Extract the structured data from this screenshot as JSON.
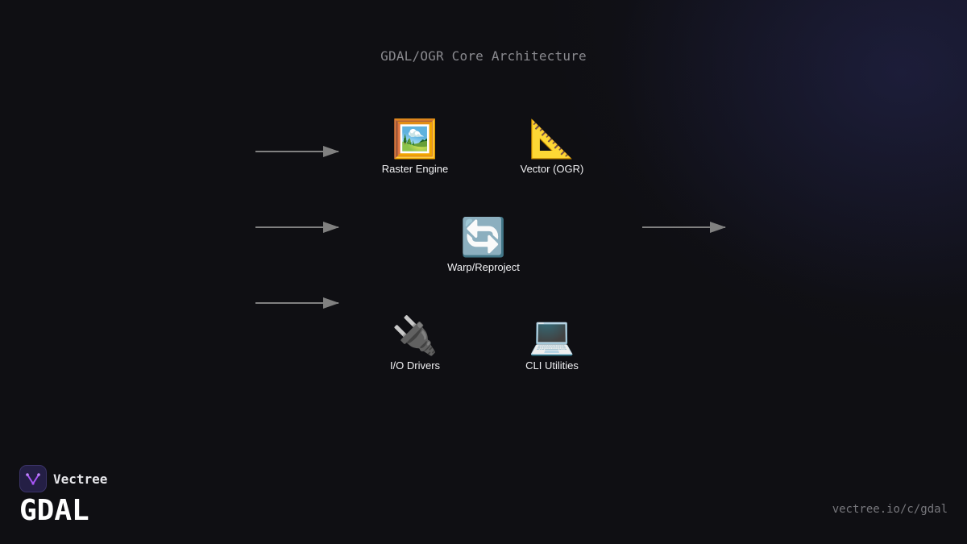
{
  "diagram": {
    "title": "GDAL/OGR Core Architecture",
    "nodes": [
      {
        "id": "raster",
        "icon": "🖼️",
        "icon_name": "framed-picture-icon",
        "label": "Raster Engine"
      },
      {
        "id": "vector",
        "icon": "📐",
        "icon_name": "triangular-ruler-icon",
        "label": "Vector (OGR)"
      },
      {
        "id": "warp",
        "icon": "🔄",
        "icon_name": "refresh-arrows-icon",
        "label": "Warp/Reproject"
      },
      {
        "id": "io",
        "icon": "🔌",
        "icon_name": "plug-icon",
        "label": "I/O Drivers"
      },
      {
        "id": "cli",
        "icon": "💻",
        "icon_name": "laptop-icon",
        "label": "CLI Utilities"
      }
    ]
  },
  "brand": {
    "name": "Vectree",
    "product": "GDAL",
    "logo_icon": "vectree-logo-icon",
    "url": "vectree.io/c/gdal"
  },
  "colors": {
    "background": "#0f0f13",
    "arrow": "#808080",
    "logo_accent": "#a855f7"
  }
}
